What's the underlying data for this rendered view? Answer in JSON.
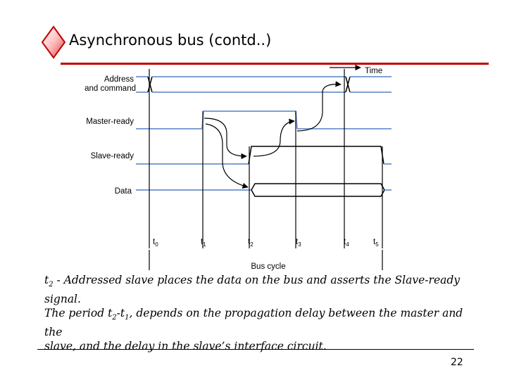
{
  "title": "Asynchronous bus (contd..)",
  "diagram": {
    "time_label": "Time",
    "signals": {
      "address": [
        "Address",
        "and command"
      ],
      "master_ready": "Master-ready",
      "slave_ready": "Slave-ready",
      "data": "Data"
    },
    "time_marks": [
      {
        "t": "t",
        "sub": "0"
      },
      {
        "t": "t",
        "sub": "1"
      },
      {
        "t": "t",
        "sub": "2"
      },
      {
        "t": "t",
        "sub": "3"
      },
      {
        "t": "t",
        "sub": "4"
      },
      {
        "t": "t",
        "sub": "5"
      }
    ],
    "bus_cycle": "Bus cycle"
  },
  "caption": {
    "line1_pre": "t",
    "line1_sub": "2",
    "line1_post": " - Addressed slave places the data on the bus and asserts the Slave-ready signal.",
    "line2_a": "The period t",
    "line2_sub1": "2",
    "line2_b": "-t",
    "line2_sub2": "1",
    "line2_c": ", depends on the propagation delay between the master and the",
    "line3": "slave, and the delay in the slave’s interface circuit."
  },
  "page_number": "22",
  "colors": {
    "accent": "#c00000",
    "signal_line": "#7f9fd4"
  }
}
